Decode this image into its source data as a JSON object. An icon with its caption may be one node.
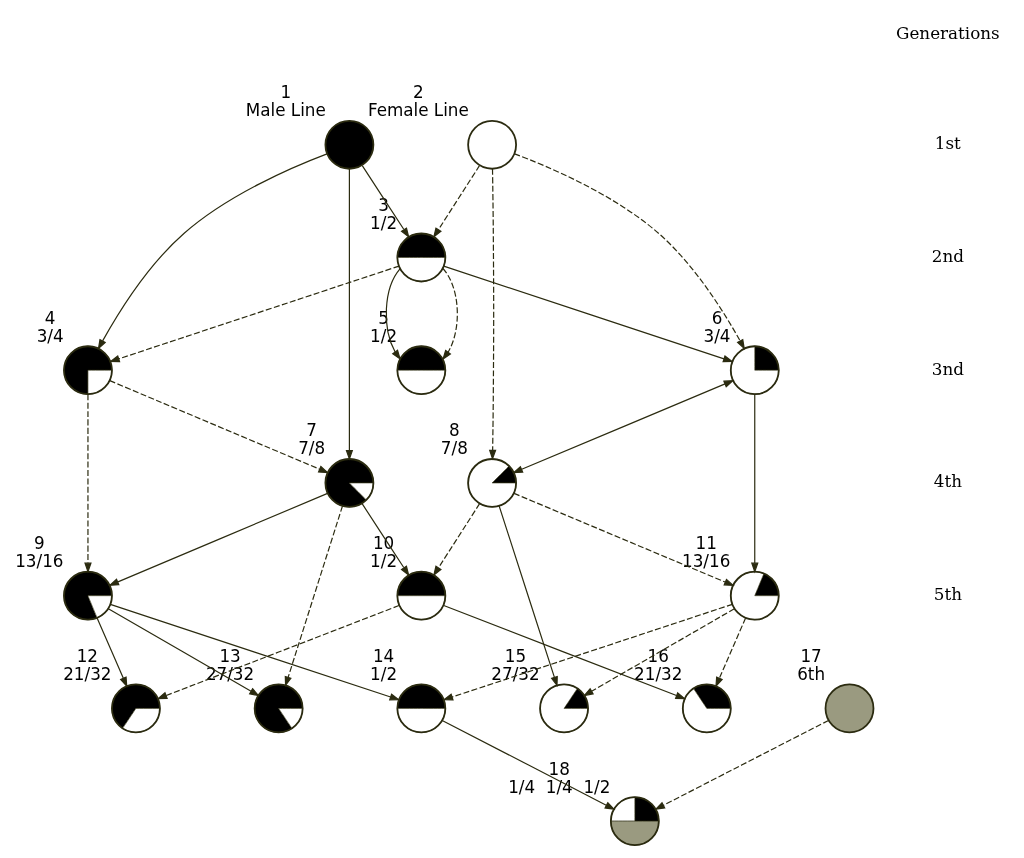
{
  "diagram": {
    "nodes": [
      {
        "text": [
          "1"
        ],
        "beside": [
          "Male Line"
        ]
      },
      {
        "text": [
          "2"
        ],
        "beside": [
          "Female Line"
        ]
      },
      {
        "text": [
          "3"
        ],
        "beside": [
          "1/2"
        ]
      },
      {
        "text": [
          "4"
        ],
        "beside": [
          "3/4"
        ]
      },
      {
        "text": [
          "5"
        ],
        "beside": [
          "1/2"
        ]
      },
      {
        "text": [
          "6"
        ],
        "beside": [
          "3/4"
        ]
      },
      {
        "text": [
          "7"
        ],
        "beside": [
          "7/8"
        ]
      },
      {
        "text": [
          "8"
        ],
        "beside": [
          "7/8"
        ]
      },
      {
        "text": [
          "9"
        ],
        "beside": [
          "13/16"
        ]
      },
      {
        "text": [
          "10"
        ],
        "beside": [
          "1/2"
        ]
      },
      {
        "text": [
          "11"
        ],
        "beside": [
          "13/16"
        ]
      },
      {
        "text": [
          "12"
        ],
        "beside": [
          "21/32"
        ]
      },
      {
        "text": [
          "13"
        ],
        "beside": [
          "27/32"
        ]
      },
      {
        "text": [
          "14"
        ],
        "beside": [
          "1/2"
        ]
      },
      {
        "text": [
          "15"
        ],
        "beside": [
          "27/32"
        ]
      },
      {
        "text": [
          "16"
        ],
        "beside": [
          "21/32"
        ]
      },
      {
        "text": [
          "17"
        ],
        "beside": [
          "6th"
        ]
      },
      {
        "text": [
          "18"
        ],
        "beside": [
          "1/4",
          "1/4",
          "1/2"
        ]
      }
    ],
    "edges": [
      {
        "from": 0,
        "to": 2,
        "arrow": "to"
      },
      {
        "from": 0,
        "to": 3,
        "arrow": "to"
      },
      {
        "from": 0,
        "to": 6,
        "arrow": "to"
      },
      {
        "from": 1,
        "to": 2,
        "arrow": "to",
        "style": "dashed"
      },
      {
        "from": 1,
        "to": 5,
        "arrow": "to",
        "style": "dashed"
      },
      {
        "from": 1,
        "to": 7,
        "arrow": "to",
        "style": "dashed"
      },
      {
        "from": 2,
        "to": 3,
        "arrow": "to",
        "style": "dashed"
      },
      {
        "from": 2,
        "to": 4,
        "arrow": "to"
      },
      {
        "from": 2,
        "to": 4,
        "arrow": "to",
        "style": "dashed"
      },
      {
        "from": 2,
        "to": 5,
        "arrow": "to"
      },
      {
        "from": 3,
        "to": 6,
        "arrow": "to",
        "style": "dashed"
      },
      {
        "from": 3,
        "to": 8,
        "arrow": "to",
        "style": "dashed"
      },
      {
        "from": 5,
        "to": 7,
        "arrow": "both"
      },
      {
        "from": 5,
        "to": 10,
        "arrow": "to"
      },
      {
        "from": 6,
        "to": 8,
        "arrow": "to"
      },
      {
        "from": 6,
        "to": 9,
        "arrow": "to"
      },
      {
        "from": 6,
        "to": 12,
        "arrow": "to",
        "style": "dashed"
      },
      {
        "from": 7,
        "to": 9,
        "arrow": "to",
        "style": "dashed"
      },
      {
        "from": 7,
        "to": 10,
        "arrow": "to",
        "style": "dashed"
      },
      {
        "from": 7,
        "to": 14,
        "arrow": "to"
      },
      {
        "from": 8,
        "to": 11,
        "arrow": "to"
      },
      {
        "from": 8,
        "to": 12,
        "arrow": "to"
      },
      {
        "from": 8,
        "to": 13,
        "arrow": "to"
      },
      {
        "from": 9,
        "to": 11,
        "arrow": "to",
        "style": "dashed"
      },
      {
        "from": 9,
        "to": 15,
        "arrow": "to"
      },
      {
        "from": 10,
        "to": 13,
        "arrow": "to",
        "style": "dashed"
      },
      {
        "from": 10,
        "to": 14,
        "arrow": "to",
        "style": "dashed"
      },
      {
        "from": 10,
        "to": 15,
        "arrow": "to",
        "style": "dashed"
      },
      {
        "from": 13,
        "to": 17,
        "arrow": "to"
      },
      {
        "from": 16,
        "to": 17,
        "arrow": "to",
        "style": "dashed"
      }
    ],
    "labels": [
      "Generations",
      "1st",
      "2nd",
      "3nd",
      "4th",
      "5th"
    ]
  }
}
